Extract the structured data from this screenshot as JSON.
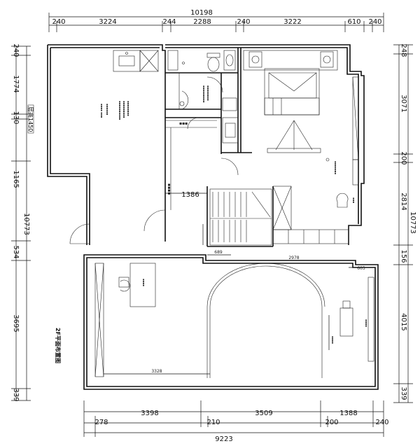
{
  "plan": {
    "title": "2F平面布置图",
    "top_total": "10198",
    "top_segments": [
      "240",
      "3224",
      "244",
      "2288",
      "240",
      "3222",
      "610",
      "240"
    ],
    "bottom_upper": [
      "3398",
      "3509",
      "1388"
    ],
    "bottom_lower": [
      "278",
      "210",
      "200",
      "240"
    ],
    "bottom_total": "9223",
    "left_segments": [
      "240",
      "1774",
      "130",
      "1165",
      "10773",
      "534",
      "3695",
      "339"
    ],
    "right_segments": [
      "248",
      "3071",
      "200",
      "2814",
      "10773",
      "156",
      "4015",
      "339"
    ],
    "interior": {
      "stair_width": "1386",
      "dim_689": "689",
      "dim_2978": "2978",
      "dim_603": "603",
      "dim_3328": "3328",
      "dim_1450": "1450",
      "elevation_label": "层高1450"
    }
  }
}
